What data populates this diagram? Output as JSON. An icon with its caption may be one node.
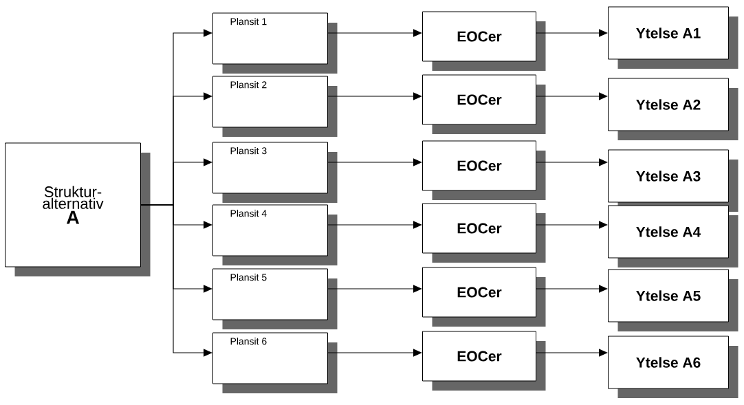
{
  "diagram": {
    "nodes": [
      {
        "text": [
          "Struktur- alternativ",
          "A"
        ]
      },
      {
        "text": [
          "Plansit 1"
        ]
      },
      {
        "text": [
          "EOCer"
        ]
      },
      {
        "text": [
          "Ytelse A1"
        ]
      },
      {
        "text": [
          "Plansit 2"
        ]
      },
      {
        "text": [
          "EOCer"
        ]
      },
      {
        "text": [
          "Ytelse A2"
        ]
      },
      {
        "text": [
          "Plansit 3"
        ]
      },
      {
        "text": [
          "EOCer"
        ]
      },
      {
        "text": [
          "Ytelse A3"
        ]
      },
      {
        "text": [
          "Plansit 4"
        ]
      },
      {
        "text": [
          "EOCer"
        ]
      },
      {
        "text": [
          "Ytelse A4"
        ]
      },
      {
        "text": [
          "Plansit 5"
        ]
      },
      {
        "text": [
          "EOCer"
        ]
      },
      {
        "text": [
          "Ytelse A5"
        ]
      },
      {
        "text": [
          "Plansit 6"
        ]
      },
      {
        "text": [
          "EOCer"
        ]
      },
      {
        "text": [
          "Ytelse A6"
        ]
      }
    ],
    "edges": [
      {
        "from": 0,
        "to": 1,
        "arrow": "to"
      },
      {
        "from": 0,
        "to": 4,
        "arrow": "to"
      },
      {
        "from": 0,
        "to": 7,
        "arrow": "to"
      },
      {
        "from": 0,
        "to": 10,
        "arrow": "to"
      },
      {
        "from": 0,
        "to": 13,
        "arrow": "to"
      },
      {
        "from": 0,
        "to": 16,
        "arrow": "to"
      },
      {
        "from": 1,
        "to": 2,
        "arrow": "to"
      },
      {
        "from": 2,
        "to": 3,
        "arrow": "to"
      },
      {
        "from": 4,
        "to": 5,
        "arrow": "to"
      },
      {
        "from": 5,
        "to": 6,
        "arrow": "to"
      },
      {
        "from": 7,
        "to": 8,
        "arrow": "to"
      },
      {
        "from": 8,
        "to": 9,
        "arrow": "to"
      },
      {
        "from": 10,
        "to": 11,
        "arrow": "to"
      },
      {
        "from": 11,
        "to": 12,
        "arrow": "to"
      },
      {
        "from": 13,
        "to": 14,
        "arrow": "to"
      },
      {
        "from": 14,
        "to": 15,
        "arrow": "to"
      },
      {
        "from": 16,
        "to": 17,
        "arrow": "to"
      },
      {
        "from": 17,
        "to": 18,
        "arrow": "to"
      }
    ]
  }
}
